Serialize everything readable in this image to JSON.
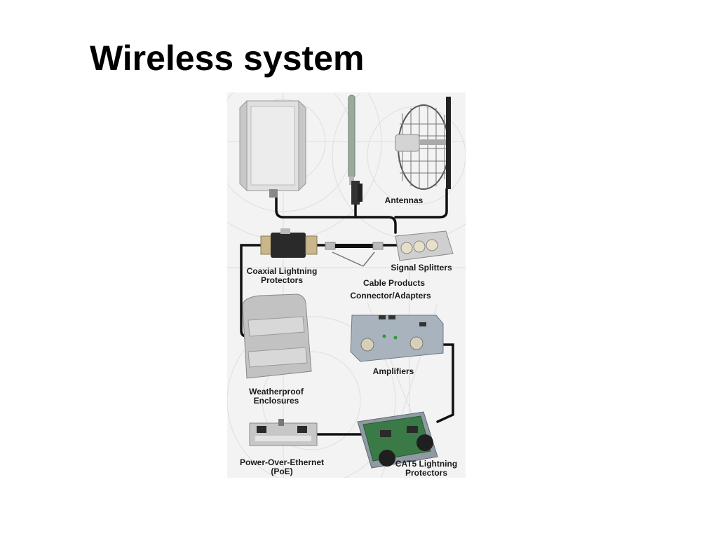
{
  "slide": {
    "title": "Wireless system"
  },
  "diagram": {
    "labels": {
      "antennas": "Antennas",
      "signal_splitters": "Signal Splitters",
      "coaxial_lightning_line1": "Coaxial Lightning",
      "coaxial_lightning_line2": "Protectors",
      "cable_products": "Cable Products",
      "connector_adapters": "Connector/Adapters",
      "amplifiers": "Amplifiers",
      "weatherproof_line1": "Weatherproof",
      "weatherproof_line2": "Enclosures",
      "poe_line1": "Power-Over-Ethernet",
      "poe_line2": "(PoE)",
      "cat5_line1": "CAT5 Lightning",
      "cat5_line2": "Protectors"
    }
  }
}
